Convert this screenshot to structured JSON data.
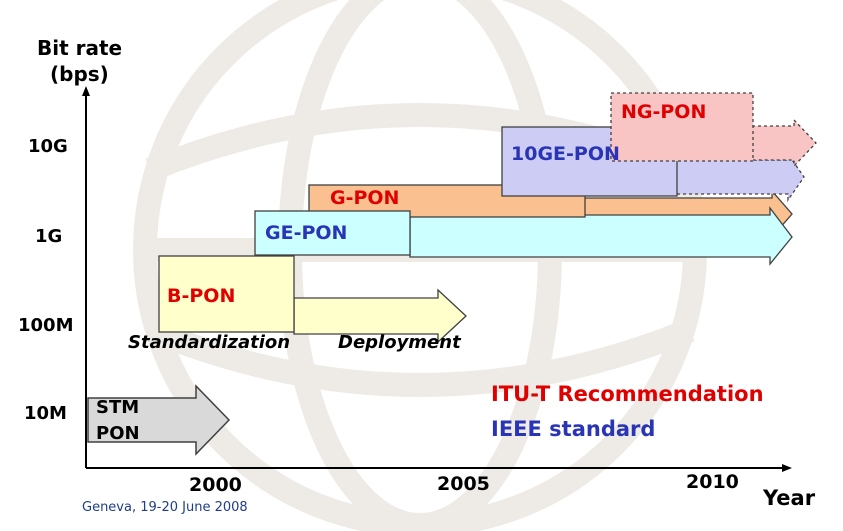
{
  "axis": {
    "y_title_line1": "Bit rate",
    "y_title_line2": "(bps)",
    "x_title": "Year",
    "y_ticks": [
      "10G",
      "1G",
      "100M",
      "10M"
    ],
    "x_ticks": [
      "2000",
      "2005",
      "2010"
    ]
  },
  "technologies": [
    {
      "id": "stm",
      "line1": "STM",
      "line2": "PON",
      "text_color": "#000000",
      "fill": "#d9d9d9",
      "type": "itu"
    },
    {
      "id": "bpon",
      "label": "B-PON",
      "text_color": "#e00000",
      "fill": "#ffffcc",
      "arrow_fill": "#ffffcc",
      "type": "itu"
    },
    {
      "id": "gepon",
      "label": "GE-PON",
      "text_color": "#2a35b5",
      "fill": "#ccffff",
      "arrow_fill": "#ccffff",
      "type": "ieee"
    },
    {
      "id": "gpon",
      "label": "G-PON",
      "text_color": "#e00000",
      "fill": "#fac090",
      "arrow_fill": "#fac090",
      "type": "itu"
    },
    {
      "id": "10gepon",
      "label": "10GE-PON",
      "text_color": "#2a35b5",
      "fill": "#ccccf5",
      "arrow_fill": "#ccccf5",
      "type": "ieee"
    },
    {
      "id": "ngpon",
      "label": "NG-PON",
      "text_color": "#e00000",
      "fill": "#f9c4c4",
      "arrow_fill": "#f9c4c4",
      "type": "itu"
    }
  ],
  "phases": {
    "standardization": "Standardization",
    "deployment": "Deployment"
  },
  "legend": {
    "itu": {
      "label": "ITU-T Recommendation",
      "color": "#e00000"
    },
    "ieee": {
      "label": "IEEE standard",
      "color": "#2a35b5"
    }
  },
  "footer": "Geneva, 19-20 June 2008"
}
